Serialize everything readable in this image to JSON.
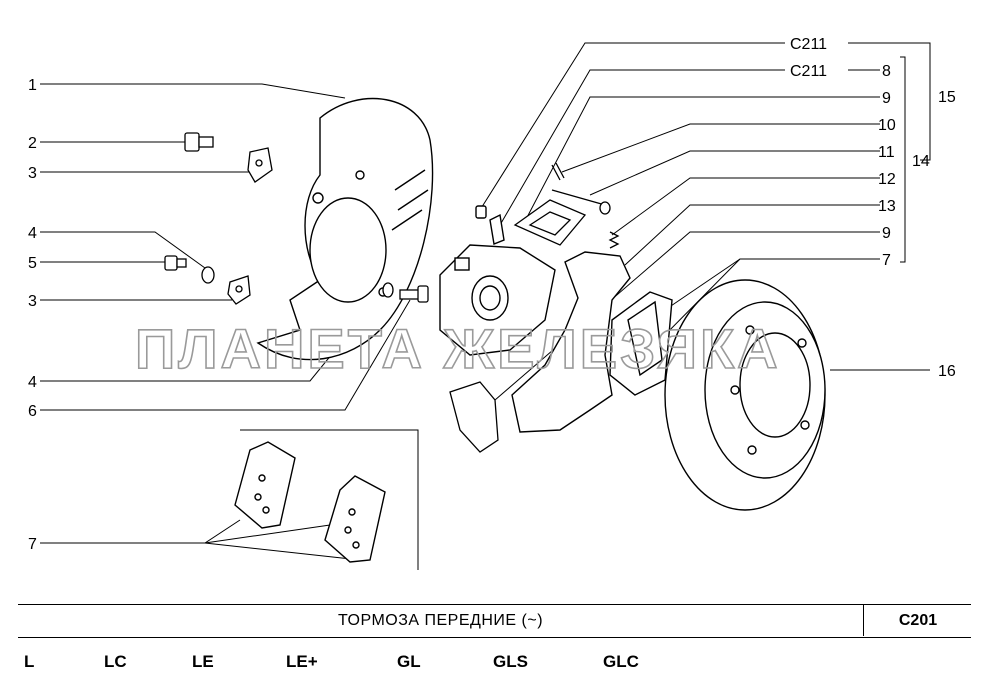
{
  "callouts": [
    {
      "id": "c1",
      "text": "1"
    },
    {
      "id": "c2",
      "text": "2"
    },
    {
      "id": "c3a",
      "text": "3"
    },
    {
      "id": "c4a",
      "text": "4"
    },
    {
      "id": "c5",
      "text": "5"
    },
    {
      "id": "c3b",
      "text": "3"
    },
    {
      "id": "c4b",
      "text": "4"
    },
    {
      "id": "c6",
      "text": "6"
    },
    {
      "id": "c7a",
      "text": "7"
    },
    {
      "id": "c211a",
      "text": "C211"
    },
    {
      "id": "c211b",
      "text": "C211"
    },
    {
      "id": "c8",
      "text": "8"
    },
    {
      "id": "c9a",
      "text": "9"
    },
    {
      "id": "c10",
      "text": "10"
    },
    {
      "id": "c11",
      "text": "11"
    },
    {
      "id": "c12",
      "text": "12"
    },
    {
      "id": "c13",
      "text": "13"
    },
    {
      "id": "c9b",
      "text": "9"
    },
    {
      "id": "c7b",
      "text": "7"
    },
    {
      "id": "c14",
      "text": "14"
    },
    {
      "id": "c15",
      "text": "15"
    },
    {
      "id": "c16",
      "text": "16"
    }
  ],
  "watermark": "ПЛАНЕТА ЖЕЛЕЗЯКА",
  "title_bar": {
    "title": "ТОРМОЗА   ПЕРЕДНИЕ (~)",
    "code": "C201"
  },
  "variants": [
    "L",
    "LC",
    "LE",
    "LE+",
    "GL",
    "GLS",
    "GLC"
  ]
}
